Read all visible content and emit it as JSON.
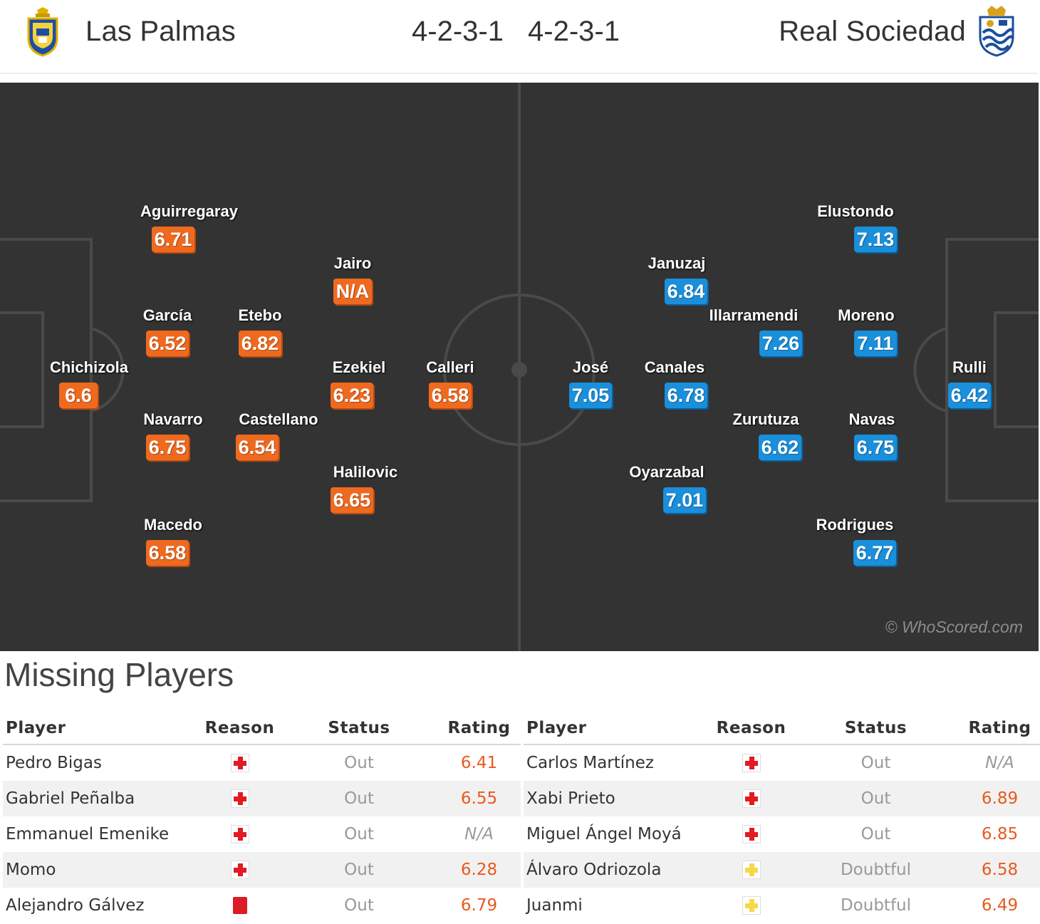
{
  "header": {
    "home_team": "Las Palmas",
    "away_team": "Real Sociedad",
    "home_formation": "4-2-3-1",
    "away_formation": "4-2-3-1",
    "home_crest_icon": "las-palmas-crest-icon",
    "away_crest_icon": "real-sociedad-crest-icon"
  },
  "colors": {
    "pitch": "#333333",
    "home_rating": "#ef6a1f",
    "away_rating": "#1a8fdb",
    "missing_rating": "#e95a1d"
  },
  "pitch": {
    "watermark": "© WhoScored.com",
    "home_players": [
      {
        "name": "Aguirregaray",
        "rating": "6.71"
      },
      {
        "name": "Jairo",
        "rating": "N/A"
      },
      {
        "name": "García",
        "rating": "6.52"
      },
      {
        "name": "Etebo",
        "rating": "6.82"
      },
      {
        "name": "Chichizola",
        "rating": "6.6"
      },
      {
        "name": "Ezekiel",
        "rating": "6.23"
      },
      {
        "name": "Calleri",
        "rating": "6.58"
      },
      {
        "name": "Navarro",
        "rating": "6.75"
      },
      {
        "name": "Castellano",
        "rating": "6.54"
      },
      {
        "name": "Halilovic",
        "rating": "6.65"
      },
      {
        "name": "Macedo",
        "rating": "6.58"
      }
    ],
    "away_players": [
      {
        "name": "Elustondo",
        "rating": "7.13"
      },
      {
        "name": "Januzaj",
        "rating": "6.84"
      },
      {
        "name": "Illarramendi",
        "rating": "7.26"
      },
      {
        "name": "Moreno",
        "rating": "7.11"
      },
      {
        "name": "José",
        "rating": "7.05"
      },
      {
        "name": "Canales",
        "rating": "6.78"
      },
      {
        "name": "Rulli",
        "rating": "6.42"
      },
      {
        "name": "Zurutuza",
        "rating": "6.62"
      },
      {
        "name": "Navas",
        "rating": "6.75"
      },
      {
        "name": "Oyarzabal",
        "rating": "7.01"
      },
      {
        "name": "Rodrigues",
        "rating": "6.77"
      }
    ]
  },
  "missing": {
    "title": "Missing Players",
    "columns": {
      "player": "Player",
      "reason": "Reason",
      "status": "Status",
      "rating": "Rating"
    },
    "home": [
      {
        "player": "Pedro Bigas",
        "reason_icon": "injury-icon",
        "status": "Out",
        "rating": "6.41"
      },
      {
        "player": "Gabriel Peñalba",
        "reason_icon": "injury-icon",
        "status": "Out",
        "rating": "6.55"
      },
      {
        "player": "Emmanuel Emenike",
        "reason_icon": "injury-icon",
        "status": "Out",
        "rating": "N/A"
      },
      {
        "player": "Momo",
        "reason_icon": "injury-icon",
        "status": "Out",
        "rating": "6.28"
      },
      {
        "player": "Alejandro Gálvez",
        "reason_icon": "red-card-icon",
        "status": "Out",
        "rating": "6.79"
      }
    ],
    "away": [
      {
        "player": "Carlos Martínez",
        "reason_icon": "injury-icon",
        "status": "Out",
        "rating": "N/A"
      },
      {
        "player": "Xabi Prieto",
        "reason_icon": "injury-icon",
        "status": "Out",
        "rating": "6.89"
      },
      {
        "player": "Miguel Ángel Moyá",
        "reason_icon": "injury-icon",
        "status": "Out",
        "rating": "6.85"
      },
      {
        "player": "Álvaro Odriozola",
        "reason_icon": "doubtful-icon",
        "status": "Doubtful",
        "rating": "6.58"
      },
      {
        "player": "Juanmi",
        "reason_icon": "doubtful-icon",
        "status": "Doubtful",
        "rating": "6.49"
      }
    ]
  }
}
